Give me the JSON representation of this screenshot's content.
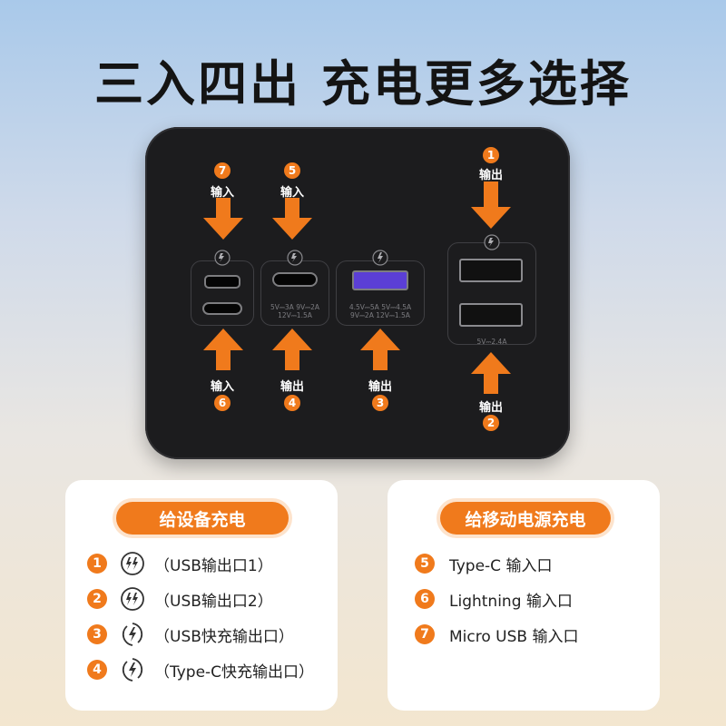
{
  "headline": "三入四出  充电更多选择",
  "device": {
    "arrows": {
      "in7": {
        "num": "7",
        "label": "输入"
      },
      "in5": {
        "num": "5",
        "label": "输入"
      },
      "out1": {
        "num": "1",
        "label": "输出"
      },
      "in6": {
        "num": "6",
        "label": "输入"
      },
      "out4": {
        "num": "4",
        "label": "输出"
      },
      "out3": {
        "num": "3",
        "label": "输出"
      },
      "out2": {
        "num": "2",
        "label": "输出"
      }
    },
    "specs": {
      "typec_1": "5V⎓3A  9V⎓2A",
      "typec_2": "12V⎓1.5A",
      "qc_1": "4.5V⎓5A  5V⎓4.5A",
      "qc_2": "9V⎓2A  12V⎓1.5A",
      "usb_pair": "5V⎓2.4A"
    }
  },
  "cards": {
    "left": {
      "title": "给设备充电",
      "rows": [
        {
          "num": "1",
          "text": "（USB输出口1）",
          "icon": "double-bolt-icon"
        },
        {
          "num": "2",
          "text": "（USB输出口2）",
          "icon": "double-bolt-icon"
        },
        {
          "num": "3",
          "text": "（USB快充输出口）",
          "icon": "fast-charge-bolt-icon"
        },
        {
          "num": "4",
          "text": "（Type-C快充输出口）",
          "icon": "fast-charge-bolt-icon"
        }
      ]
    },
    "right": {
      "title": "给移动电源充电",
      "rows": [
        {
          "num": "5",
          "text": "Type-C 输入口"
        },
        {
          "num": "6",
          "text": "Lightning 输入口"
        },
        {
          "num": "7",
          "text": "Micro USB 输入口"
        }
      ]
    }
  },
  "colors": {
    "accent": "#f07a1c",
    "device_body": "#1c1c1e",
    "qc_port": "#5b3fd6"
  }
}
